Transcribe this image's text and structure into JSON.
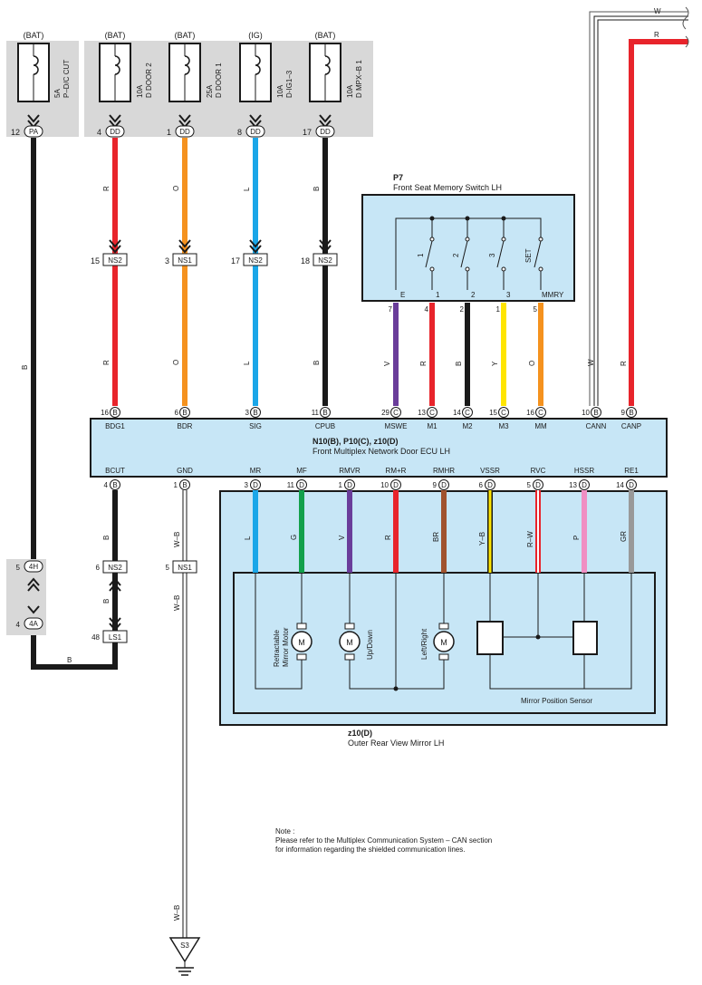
{
  "fuses": [
    {
      "supply": "(BAT)",
      "amp": "5A",
      "name": "P–D/C CUT",
      "pin": "12",
      "conn": "PA"
    },
    {
      "supply": "(BAT)",
      "amp": "10A",
      "name": "D DOOR 2",
      "pin": "4",
      "conn": "DD"
    },
    {
      "supply": "(BAT)",
      "amp": "25A",
      "name": "D DOOR 1",
      "pin": "1",
      "conn": "DD"
    },
    {
      "supply": "(IG)",
      "amp": "10A",
      "name": "D-IG1–3",
      "pin": "8",
      "conn": "DD"
    },
    {
      "supply": "(BAT)",
      "amp": "10A",
      "name": "D MPX–B 1",
      "pin": "17",
      "conn": "DD"
    }
  ],
  "wire_colors": {
    "R": "#e8242b",
    "O": "#f5921e",
    "L": "#1aa6e8",
    "B": "#1a1a1a",
    "V": "#6a3d9a",
    "Y": "#ffe500",
    "G": "#12a04b",
    "BR": "#a0522d",
    "P": "#f08ec3",
    "GR": "#999999",
    "W": "#ffffff"
  },
  "junctions": [
    {
      "pin": "15",
      "conn": "NS2"
    },
    {
      "pin": "3",
      "conn": "NS1"
    },
    {
      "pin": "17",
      "conn": "NS2"
    },
    {
      "pin": "18",
      "conn": "NS2"
    },
    {
      "pin": "6",
      "conn": "NS2"
    },
    {
      "pin": "5",
      "conn": "NS1"
    },
    {
      "pin": "48",
      "conn": "LS1"
    }
  ],
  "left_connectors": [
    {
      "pin": "5",
      "conn": "4H"
    },
    {
      "pin": "4",
      "conn": "4A"
    }
  ],
  "upper_wire_letters": {
    "w1": "B",
    "w2": "R",
    "w3": "O",
    "w4": "L",
    "w5": "B"
  },
  "switch": {
    "code": "P7",
    "title": "Front Seat Memory Switch LH",
    "contact_labels": [
      "1",
      "2",
      "3",
      "SET"
    ],
    "terminals": [
      "E",
      "1",
      "2",
      "3",
      "MMRY"
    ],
    "pins": [
      "7",
      "4",
      "2",
      "1",
      "5"
    ],
    "wire_letters": [
      "V",
      "R",
      "B",
      "Y",
      "O"
    ]
  },
  "can_lines": {
    "top_w": "W",
    "top_r": "R",
    "w_letter": "W",
    "r_letter": "R"
  },
  "ecu": {
    "code": "N10(B), P10(C), z10(D)",
    "title": "Front Multiplex Network Door ECU LH",
    "top_terminals": [
      {
        "pin": "16",
        "conn": "B",
        "name": "BDG1"
      },
      {
        "pin": "6",
        "conn": "B",
        "name": "BDR"
      },
      {
        "pin": "3",
        "conn": "B",
        "name": "SIG"
      },
      {
        "pin": "11",
        "conn": "B",
        "name": "CPUB"
      },
      {
        "pin": "29",
        "conn": "C",
        "name": "MSWE"
      },
      {
        "pin": "13",
        "conn": "C",
        "name": "M1"
      },
      {
        "pin": "14",
        "conn": "C",
        "name": "M2"
      },
      {
        "pin": "15",
        "conn": "C",
        "name": "M3"
      },
      {
        "pin": "16",
        "conn": "C",
        "name": "MM"
      },
      {
        "pin": "10",
        "conn": "B",
        "name": "CANN"
      },
      {
        "pin": "9",
        "conn": "B",
        "name": "CANP"
      }
    ],
    "bottom_terminals": [
      {
        "pin": "4",
        "conn": "B",
        "name": "BCUT"
      },
      {
        "pin": "1",
        "conn": "B",
        "name": "GND"
      },
      {
        "pin": "3",
        "conn": "D",
        "name": "MR"
      },
      {
        "pin": "11",
        "conn": "D",
        "name": "MF"
      },
      {
        "pin": "1",
        "conn": "D",
        "name": "RMVR"
      },
      {
        "pin": "10",
        "conn": "D",
        "name": "RM+R"
      },
      {
        "pin": "9",
        "conn": "D",
        "name": "RMHR"
      },
      {
        "pin": "6",
        "conn": "D",
        "name": "VSSR"
      },
      {
        "pin": "5",
        "conn": "D",
        "name": "RVC"
      },
      {
        "pin": "13",
        "conn": "D",
        "name": "HSSR"
      },
      {
        "pin": "14",
        "conn": "D",
        "name": "RE1"
      }
    ]
  },
  "mirror": {
    "code": "z10(D)",
    "title": "Outer Rear View Mirror LH",
    "wire_letters": [
      "L",
      "G",
      "V",
      "R",
      "BR",
      "Y–B",
      "R–W",
      "P",
      "GR"
    ],
    "motor_labels": [
      "Retractable",
      "Mirror Motor",
      "Up/Down",
      "Left/Right"
    ],
    "motor_symbol": "M",
    "sensor_label": "Mirror Position Sensor"
  },
  "lower_wire_letters": {
    "bcut_a": "B",
    "bcut_b": "B",
    "gnd_a": "W–B",
    "gnd_b": "W–B",
    "gnd_c": "W–B",
    "loop": "B"
  },
  "ground": {
    "label": "S3"
  },
  "note": {
    "heading": "Note :",
    "line1": "Please refer to the Multiplex Communication System – CAN section",
    "line2": "for information regarding the shielded communication lines."
  }
}
